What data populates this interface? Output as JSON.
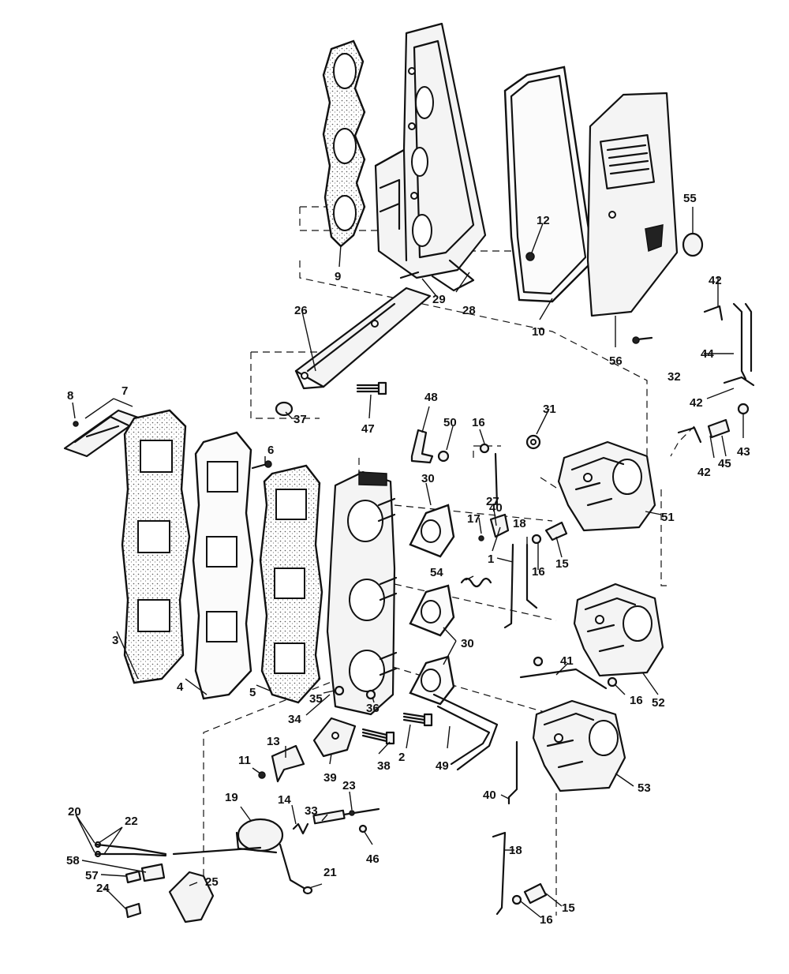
{
  "callouts": [
    {
      "id": "c1",
      "text": "1"
    },
    {
      "id": "c2",
      "text": "2"
    },
    {
      "id": "c3",
      "text": "3"
    },
    {
      "id": "c4",
      "text": "4"
    },
    {
      "id": "c5",
      "text": "5"
    },
    {
      "id": "c6",
      "text": "6"
    },
    {
      "id": "c7",
      "text": "7"
    },
    {
      "id": "c8",
      "text": "8"
    },
    {
      "id": "c9",
      "text": "9"
    },
    {
      "id": "c10",
      "text": "10"
    },
    {
      "id": "c11",
      "text": "11"
    },
    {
      "id": "c12",
      "text": "12"
    },
    {
      "id": "c13",
      "text": "13"
    },
    {
      "id": "c14",
      "text": "14"
    },
    {
      "id": "c15a",
      "text": "15"
    },
    {
      "id": "c15b",
      "text": "15"
    },
    {
      "id": "c16a",
      "text": "16"
    },
    {
      "id": "c16b",
      "text": "16"
    },
    {
      "id": "c16c",
      "text": "16"
    },
    {
      "id": "c16d",
      "text": "16"
    },
    {
      "id": "c17",
      "text": "17"
    },
    {
      "id": "c18a",
      "text": "18"
    },
    {
      "id": "c18b",
      "text": "18"
    },
    {
      "id": "c19",
      "text": "19"
    },
    {
      "id": "c20",
      "text": "20"
    },
    {
      "id": "c21",
      "text": "21"
    },
    {
      "id": "c22",
      "text": "22"
    },
    {
      "id": "c23",
      "text": "23"
    },
    {
      "id": "c24",
      "text": "24"
    },
    {
      "id": "c25",
      "text": "25"
    },
    {
      "id": "c26",
      "text": "26"
    },
    {
      "id": "c27",
      "text": "27"
    },
    {
      "id": "c28",
      "text": "28"
    },
    {
      "id": "c29",
      "text": "29"
    },
    {
      "id": "c30a",
      "text": "30"
    },
    {
      "id": "c30b",
      "text": "30"
    },
    {
      "id": "c31",
      "text": "31"
    },
    {
      "id": "c32",
      "text": "32"
    },
    {
      "id": "c33",
      "text": "33"
    },
    {
      "id": "c34",
      "text": "34"
    },
    {
      "id": "c35",
      "text": "35"
    },
    {
      "id": "c36",
      "text": "36"
    },
    {
      "id": "c37",
      "text": "37"
    },
    {
      "id": "c38",
      "text": "38"
    },
    {
      "id": "c39",
      "text": "39"
    },
    {
      "id": "c40a",
      "text": "40"
    },
    {
      "id": "c40b",
      "text": "40"
    },
    {
      "id": "c41",
      "text": "41"
    },
    {
      "id": "c42a",
      "text": "42"
    },
    {
      "id": "c42b",
      "text": "42"
    },
    {
      "id": "c42c",
      "text": "42"
    },
    {
      "id": "c43",
      "text": "43"
    },
    {
      "id": "c44",
      "text": "44"
    },
    {
      "id": "c45",
      "text": "45"
    },
    {
      "id": "c46",
      "text": "46"
    },
    {
      "id": "c47",
      "text": "47"
    },
    {
      "id": "c48",
      "text": "48"
    },
    {
      "id": "c49",
      "text": "49"
    },
    {
      "id": "c50",
      "text": "50"
    },
    {
      "id": "c51",
      "text": "51"
    },
    {
      "id": "c52",
      "text": "52"
    },
    {
      "id": "c53",
      "text": "53"
    },
    {
      "id": "c54",
      "text": "54"
    },
    {
      "id": "c55",
      "text": "55"
    },
    {
      "id": "c56",
      "text": "56"
    },
    {
      "id": "c57",
      "text": "57"
    },
    {
      "id": "c58",
      "text": "58"
    }
  ]
}
